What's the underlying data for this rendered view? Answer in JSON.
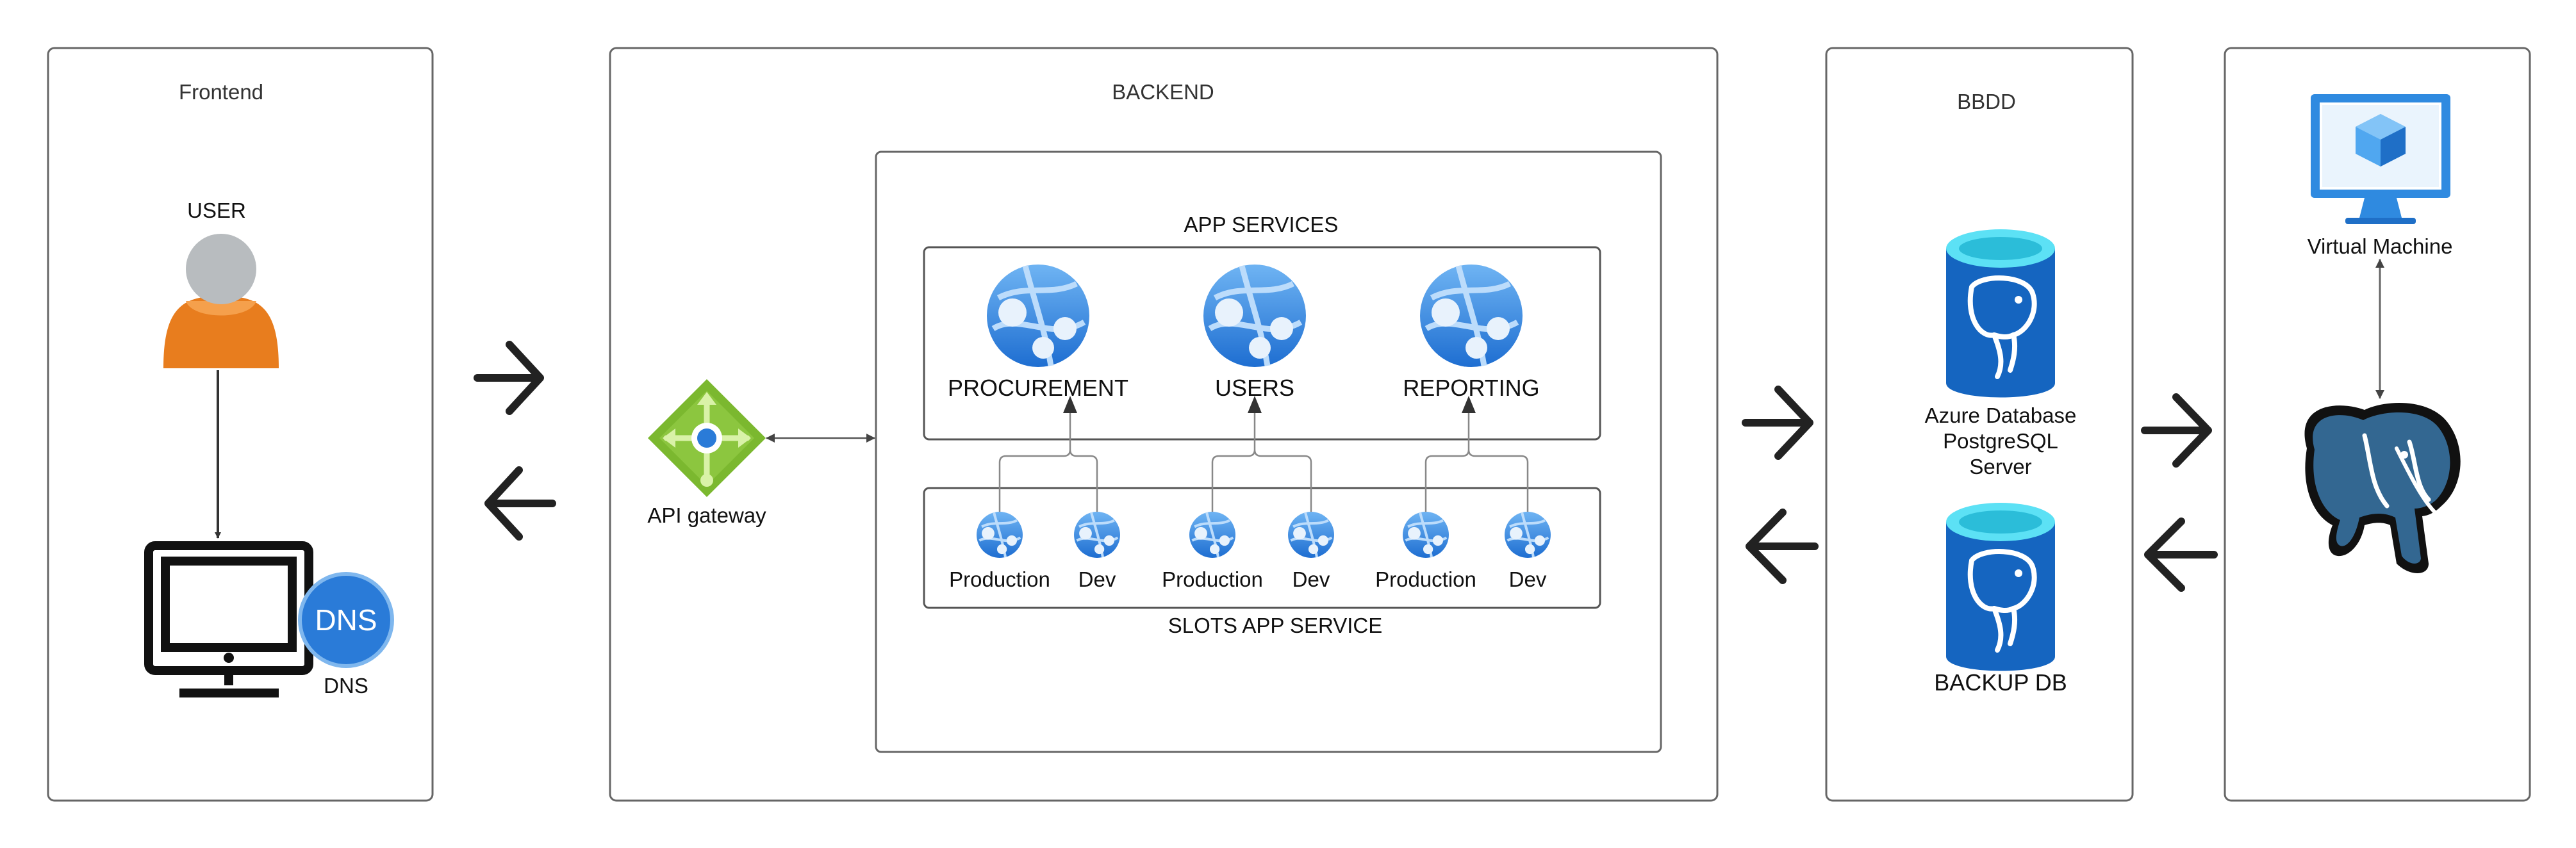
{
  "panels": {
    "frontend": {
      "title": "Frontend"
    },
    "backend": {
      "title": "BACKEND"
    },
    "bbdd": {
      "title": "BBDD"
    }
  },
  "frontend": {
    "user_label": "USER",
    "dns_label": "DNS",
    "dns_badge": "DNS"
  },
  "backend": {
    "api_gateway_label": "API gateway",
    "app_services": {
      "title": "APP SERVICES",
      "items": [
        {
          "label": "PROCUREMENT"
        },
        {
          "label": "USERS"
        },
        {
          "label": "REPORTING"
        }
      ]
    },
    "slots": {
      "title": "SLOTS APP SERVICE",
      "items": [
        {
          "label": "Production"
        },
        {
          "label": "Dev"
        },
        {
          "label": "Production"
        },
        {
          "label": "Dev"
        },
        {
          "label": "Production"
        },
        {
          "label": "Dev"
        }
      ]
    }
  },
  "bbdd": {
    "primary_db": {
      "line1": "Azure Database",
      "line2": "PostgreSQL",
      "line3": "Server"
    },
    "backup_db": {
      "label": "BACKUP DB"
    }
  },
  "vm_panel": {
    "vm_label": "Virtual Machine"
  },
  "icons": {
    "user": "user-icon",
    "monitor": "monitor-icon",
    "dns": "dns-icon",
    "api_gateway": "api-gateway-icon",
    "app_service": "app-service-icon",
    "database": "azure-postgresql-icon",
    "virtual_machine": "virtual-machine-icon",
    "postgres": "postgresql-elephant-icon",
    "arrow_right": "arrow-right-icon",
    "arrow_left": "arrow-left-icon"
  },
  "colors": {
    "border": "#666666",
    "azure_blue": "#2a7bd8",
    "azure_light": "#64a9ef",
    "db_top": "#5ce1f5",
    "user_body": "#e87d1e",
    "user_head": "#b8bcbf",
    "gateway_green": "#7bb82f",
    "postgres_blue": "#336791"
  }
}
